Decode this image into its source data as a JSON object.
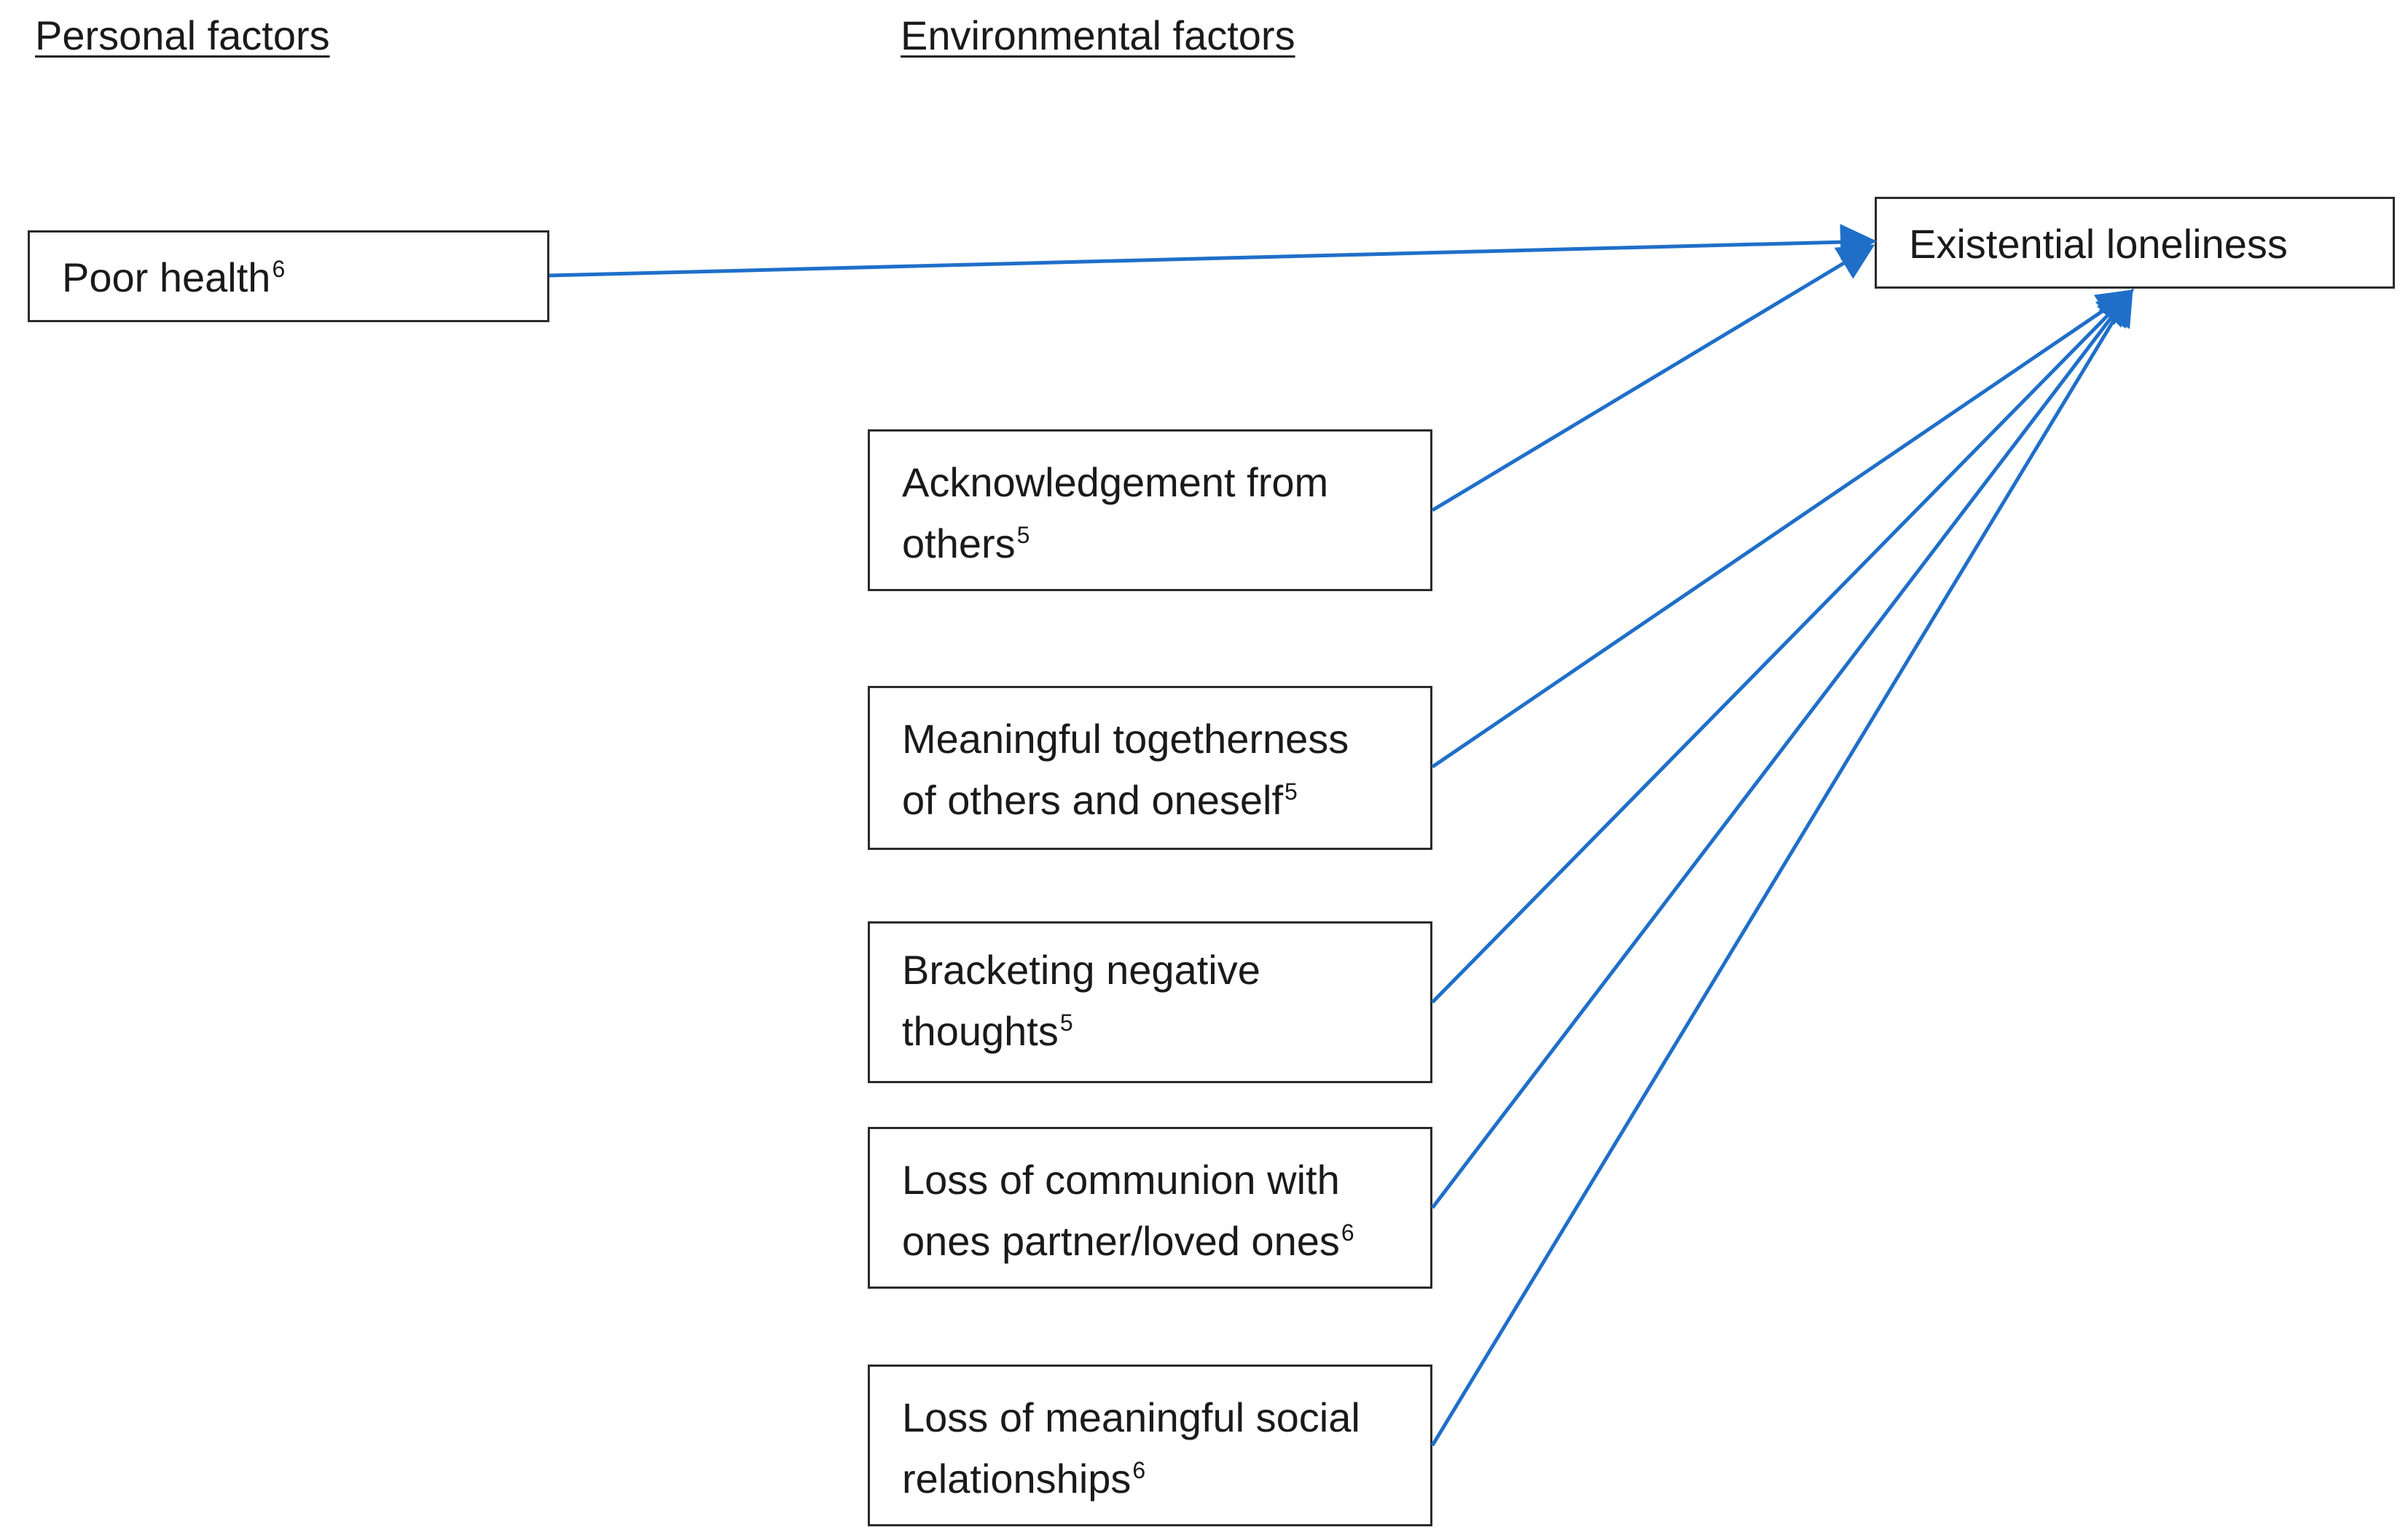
{
  "headings": {
    "personal": "Personal factors",
    "environmental": "Environmental factors"
  },
  "outcome": {
    "label": "Existential loneliness"
  },
  "personal_factors": [
    {
      "line1": "Poor health",
      "sup": "6"
    }
  ],
  "environmental_factors": [
    {
      "line1": "Acknowledgement from",
      "line2": "others",
      "sup": "5"
    },
    {
      "line1": "Meaningful togetherness",
      "line2": "of others and oneself",
      "sup": "5"
    },
    {
      "line1": "Bracketing negative",
      "line2": "thoughts",
      "sup": "5"
    },
    {
      "line1": "Loss of communion with",
      "line2": "ones partner/loved ones",
      "sup": "6"
    },
    {
      "line1": "Loss of meaningful social",
      "line2": "relationships",
      "sup": "6"
    }
  ],
  "colors": {
    "arrow": "#1f6fc9",
    "border": "#2b2b2b"
  }
}
